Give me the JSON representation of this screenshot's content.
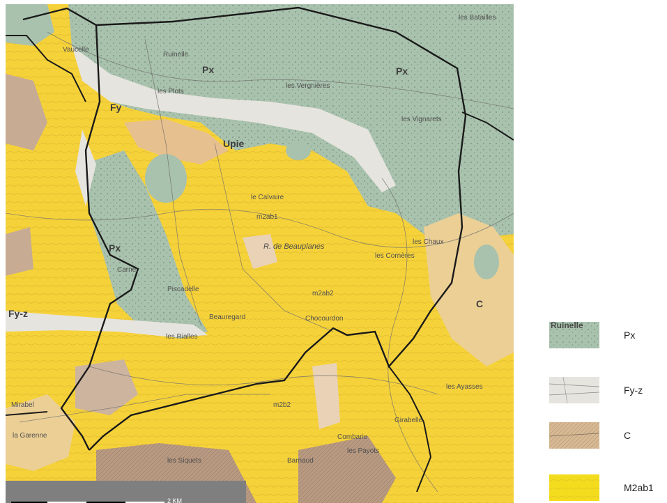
{
  "map": {
    "labels": [
      {
        "name": "map-label-ruinelle",
        "text": "Ruinelle",
        "cls": "place"
      },
      {
        "name": "map-label-vaucelle",
        "text": "Vaucelle",
        "cls": "place"
      },
      {
        "name": "map-label-px-north-1",
        "text": "Px",
        "cls": "big"
      },
      {
        "name": "map-label-px-north-2",
        "text": "Px",
        "cls": "big"
      },
      {
        "name": "map-label-les-plots",
        "text": "les Plots",
        "cls": "place"
      },
      {
        "name": "map-label-les-vergnieres",
        "text": "les Vergnières",
        "cls": "place"
      },
      {
        "name": "map-label-les-vignarets",
        "text": "les Vignarets",
        "cls": "place"
      },
      {
        "name": "map-label-les-batailles",
        "text": "les Batailles",
        "cls": "place"
      },
      {
        "name": "map-label-fy-north",
        "text": "Fy",
        "cls": "big"
      },
      {
        "name": "map-label-upie",
        "text": "Upie",
        "cls": "big"
      },
      {
        "name": "map-label-le-calvaire",
        "text": "le Calvaire",
        "cls": "place"
      },
      {
        "name": "map-label-m2ab1-centre",
        "text": "m2ab1",
        "cls": "place"
      },
      {
        "name": "map-label-beauplanes",
        "text": "R. de Beauplanes",
        "cls": "italic"
      },
      {
        "name": "map-label-px-west",
        "text": "Px",
        "cls": "big"
      },
      {
        "name": "map-label-carnet",
        "text": "Carnet",
        "cls": "place"
      },
      {
        "name": "map-label-piscadelle",
        "text": "Piscadelle",
        "cls": "place"
      },
      {
        "name": "map-label-m2ab2",
        "text": "m2ab2",
        "cls": "place"
      },
      {
        "name": "map-label-beauregard",
        "text": "Beauregard",
        "cls": "place"
      },
      {
        "name": "map-label-chocourdon",
        "text": "Chocourdon",
        "cls": "place"
      },
      {
        "name": "map-label-les-rialles",
        "text": "les Rialles",
        "cls": "place"
      },
      {
        "name": "map-label-fyz-west",
        "text": "Fy-z",
        "cls": "big"
      },
      {
        "name": "map-label-les-corneres",
        "text": "les Cornères",
        "cls": "place"
      },
      {
        "name": "map-label-les-chaux",
        "text": "les Chaux",
        "cls": "place"
      },
      {
        "name": "map-label-c-east",
        "text": "C",
        "cls": "big"
      },
      {
        "name": "map-label-les-ayasses",
        "text": "les Ayasses",
        "cls": "place"
      },
      {
        "name": "map-label-girabelle",
        "text": "Girabelle",
        "cls": "place"
      },
      {
        "name": "map-label-combarie",
        "text": "Combarie",
        "cls": "place"
      },
      {
        "name": "map-label-les-payots",
        "text": "les Payots",
        "cls": "place"
      },
      {
        "name": "map-label-barnaud",
        "text": "Barnaud",
        "cls": "place"
      },
      {
        "name": "map-label-les-siquets",
        "text": "les Siquets",
        "cls": "place"
      },
      {
        "name": "map-label-mirabel",
        "text": "Mirabel",
        "cls": "place"
      },
      {
        "name": "map-label-la-garenne",
        "text": "la Garenne",
        "cls": "place"
      },
      {
        "name": "map-label-m2b2",
        "text": "m2b2",
        "cls": "place"
      }
    ]
  },
  "scale_bar": {
    "label": "2 KM"
  },
  "legend": {
    "items": [
      {
        "name": "legend-item-px",
        "label": "Px",
        "swatch_text": "Ruinelle",
        "color": "#a9c2ad"
      },
      {
        "name": "legend-item-fy-z",
        "label": "Fy-z",
        "swatch_text": "",
        "color": "#e6e4df"
      },
      {
        "name": "legend-item-c",
        "label": "C",
        "swatch_text": "",
        "color": "#d7b993"
      },
      {
        "name": "legend-item-m2ab1",
        "label": "M2ab1",
        "swatch_text": "",
        "color": "#f3dc1e"
      }
    ]
  },
  "colors": {
    "px": "#a9c2ad",
    "fyz": "#e6e4df",
    "c": "#d7b993",
    "m2ab1": "#f3dc1e",
    "m2ab2": "#f6d23a",
    "brown": "#b89a82",
    "boundary": "#1a1a1a"
  }
}
